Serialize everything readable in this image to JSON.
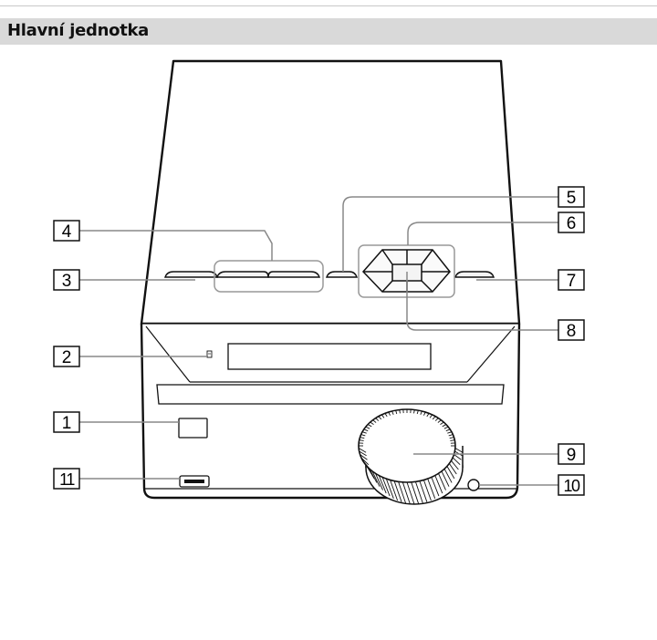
{
  "section": {
    "title": "Hlavní jednotka"
  },
  "callouts": [
    {
      "number": "1"
    },
    {
      "number": "2"
    },
    {
      "number": "3"
    },
    {
      "number": "4"
    },
    {
      "number": "5"
    },
    {
      "number": "6"
    },
    {
      "number": "7"
    },
    {
      "number": "8"
    },
    {
      "number": "9"
    },
    {
      "number": "10"
    },
    {
      "number": "11"
    }
  ],
  "colors": {
    "header_background": "#d9d9d9",
    "line": "#111111",
    "leader": "#888888"
  }
}
